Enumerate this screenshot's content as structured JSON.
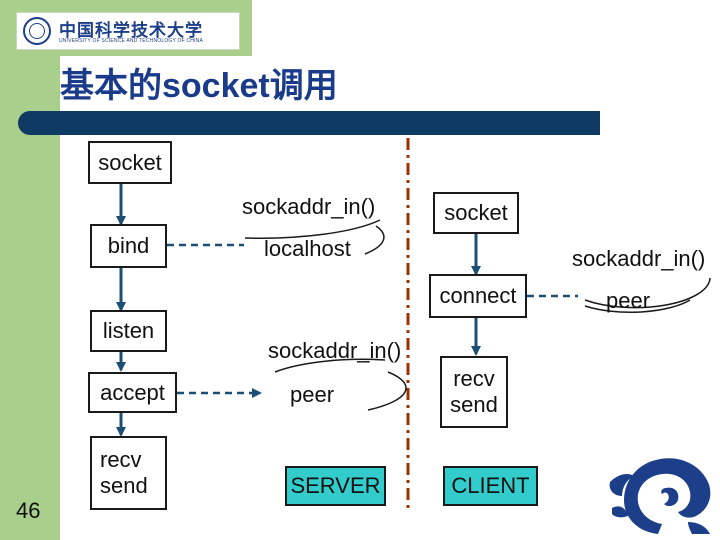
{
  "slide": {
    "title": "基本的socket调用",
    "page_number": "46"
  },
  "logo": {
    "name_cn": "中国科学技术大学",
    "name_en": "UNIVERSITY OF SCIENCE AND TECHNOLOGY OF CHINA"
  },
  "server": {
    "socket": "socket",
    "bind": "bind",
    "listen": "listen",
    "accept": "accept",
    "recv_send": [
      "recv",
      "send"
    ],
    "label": "SERVER"
  },
  "server_args": {
    "sockaddr_top": "sockaddr_in()",
    "localhost": "localhost",
    "sockaddr_mid": "sockaddr_in()",
    "peer": "peer"
  },
  "client": {
    "socket": "socket",
    "connect": "connect",
    "recv_send": [
      "recv",
      "send"
    ],
    "label": "CLIENT"
  },
  "client_args": {
    "sockaddr": "sockaddr_in()",
    "peer": "peer"
  },
  "colors": {
    "sidebar": "#a8cf8c",
    "title": "#1a3a8a",
    "title_bar": "#0e3a63",
    "arrow": "#1d4e73",
    "divider": "#993300",
    "label_fill": "#33cccc"
  }
}
